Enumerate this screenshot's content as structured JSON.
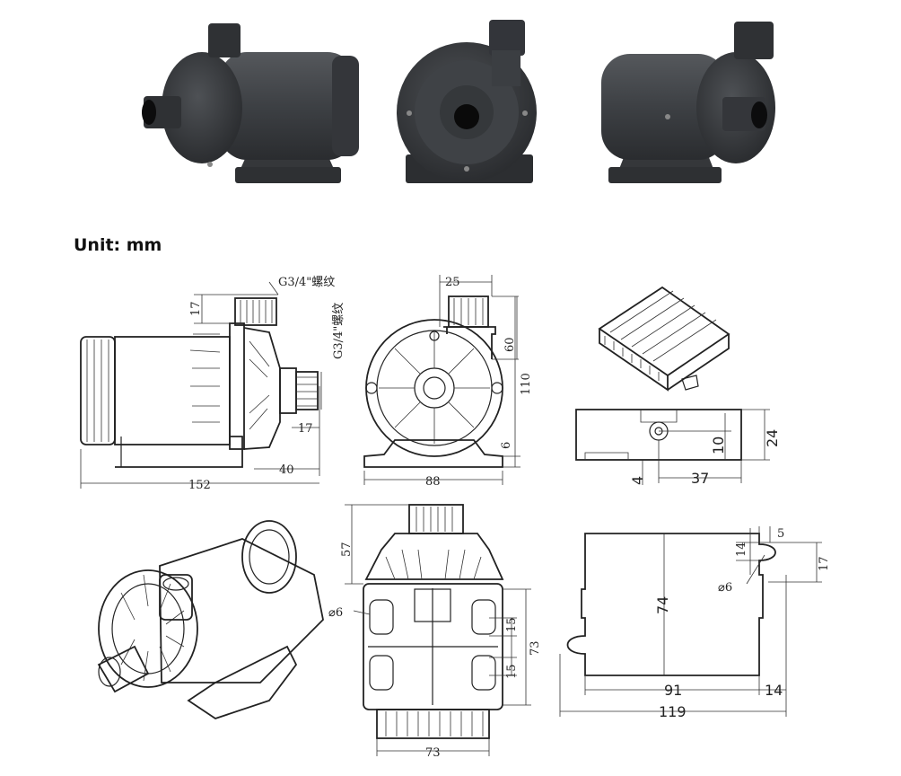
{
  "unit_label": "Unit: mm",
  "photos": {
    "count": 3,
    "color": "#3a3c3f"
  },
  "side_view": {
    "thread_top": "G3/4\"螺纹",
    "thread_side": "G3/4\"螺纹",
    "dim_17_top": "17",
    "dim_17_side": "17",
    "dim_40": "40",
    "dim_152": "152"
  },
  "front_view": {
    "dim_25": "25",
    "dim_60": "60",
    "dim_110": "110",
    "dim_6": "6",
    "dim_88": "88"
  },
  "controller": {
    "dim_10": "10",
    "dim_24": "24",
    "dim_4": "4",
    "dim_37": "37"
  },
  "bottom_view": {
    "dim_57": "57",
    "dim_phi6": "⌀6",
    "dim_15a": "15",
    "dim_15b": "15",
    "dim_73_side": "73",
    "dim_73_bottom": "73"
  },
  "base_plate": {
    "dim_5": "5",
    "dim_14_top": "14",
    "dim_17": "17",
    "dim_phi6": "⌀6",
    "dim_74": "74",
    "dim_91": "91",
    "dim_14_bottom": "14",
    "dim_119": "119"
  }
}
